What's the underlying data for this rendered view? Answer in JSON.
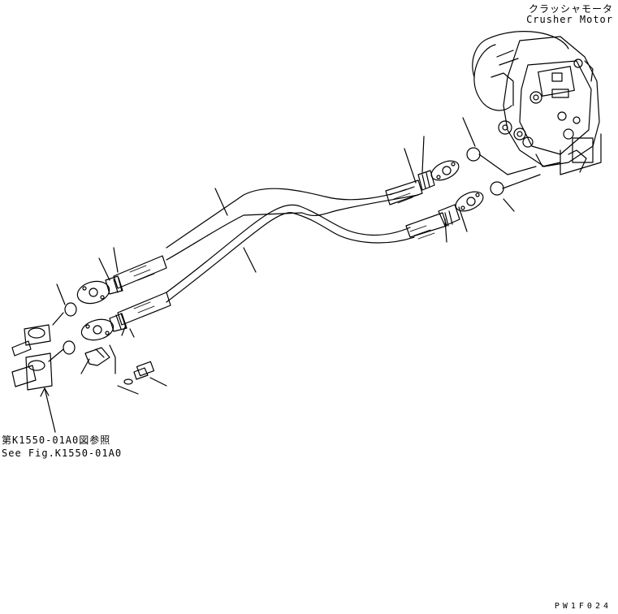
{
  "labels": {
    "motor_jp": "クラッシャモータ",
    "motor_en": "Crusher Motor",
    "ref_jp": "第K1550-01A0図参照",
    "ref_en": "See Fig.K1550-01A0",
    "drawing_no": "PW1F024"
  }
}
